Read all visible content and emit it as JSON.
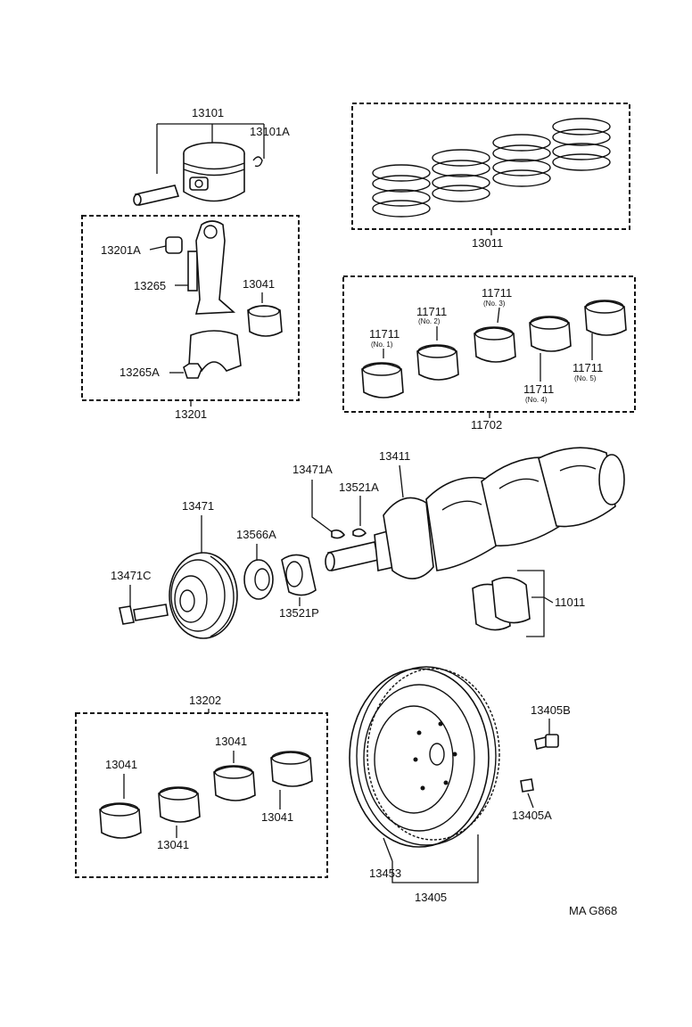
{
  "catalog_ref": "MA G868",
  "parts": {
    "p13101": "13101",
    "p13101A": "13101A",
    "p13011": "13011",
    "p13201A": "13201A",
    "p13265": "13265",
    "p13041_rod": "13041",
    "p13265A": "13265A",
    "p13201": "13201",
    "p11711_1": "11711",
    "p11711_1_sub": "(No. 1)",
    "p11711_2": "11711",
    "p11711_2_sub": "(No. 2)",
    "p11711_3": "11711",
    "p11711_3_sub": "(No. 3)",
    "p11711_4": "11711",
    "p11711_4_sub": "(No. 4)",
    "p11711_5": "11711",
    "p11711_5_sub": "(No. 5)",
    "p11702": "11702",
    "p13471A": "13471A",
    "p13411": "13411",
    "p13521A": "13521A",
    "p13471": "13471",
    "p13566A": "13566A",
    "p13471C": "13471C",
    "p13521P": "13521P",
    "p11011": "11011",
    "p13202": "13202",
    "p13041_a": "13041",
    "p13041_b": "13041",
    "p13041_c": "13041",
    "p13041_d": "13041",
    "p13405B": "13405B",
    "p13405A": "13405A",
    "p13453": "13453",
    "p13405": "13405"
  }
}
